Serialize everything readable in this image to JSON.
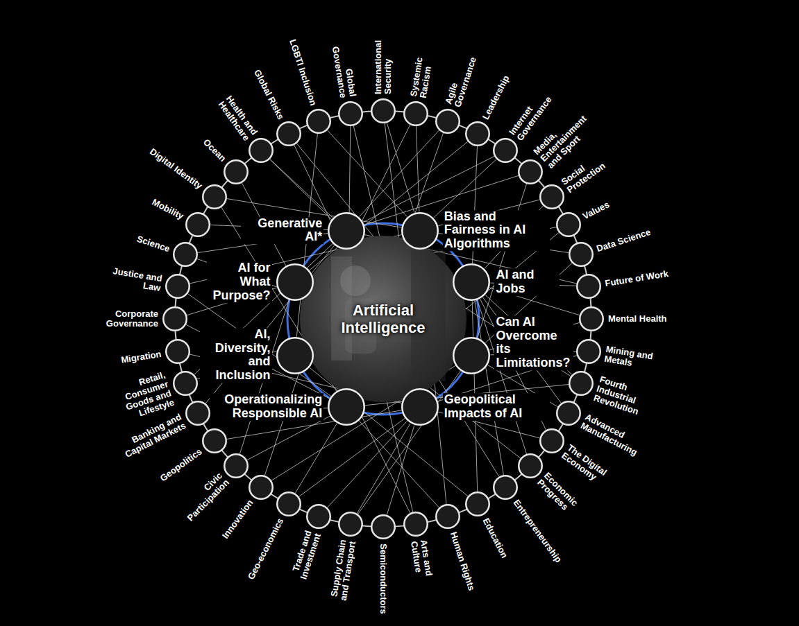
{
  "diagram": {
    "nodes": [
      {
        "text": [
          "Artificial Intelligence"
        ]
      },
      {
        "text": [
          "Generative AI*"
        ]
      },
      {
        "text": [
          "Bias and Fairness in AI Algorithms"
        ]
      },
      {
        "text": [
          "AI for What Purpose?"
        ]
      },
      {
        "text": [
          "AI and Jobs"
        ]
      },
      {
        "text": [
          "AI, Diversity, and Inclusion"
        ]
      },
      {
        "text": [
          "Can AI Overcome its Limitations?"
        ]
      },
      {
        "text": [
          "Operationalizing Responsible AI"
        ]
      },
      {
        "text": [
          "Geopolitical Impacts of AI"
        ]
      },
      {
        "text": [
          "International Security"
        ]
      },
      {
        "text": [
          "Systemic Racism"
        ]
      },
      {
        "text": [
          "Agile Governance"
        ]
      },
      {
        "text": [
          "Leadership"
        ]
      },
      {
        "text": [
          "Internet Governance"
        ]
      },
      {
        "text": [
          "Media, Entertainment and Sport"
        ]
      },
      {
        "text": [
          "Social Protection"
        ]
      },
      {
        "text": [
          "Values"
        ]
      },
      {
        "text": [
          "Data Science"
        ]
      },
      {
        "text": [
          "Future of Work"
        ]
      },
      {
        "text": [
          "Mental Health"
        ]
      },
      {
        "text": [
          "Mining and Metals"
        ]
      },
      {
        "text": [
          "Fourth Industrial Revolution"
        ]
      },
      {
        "text": [
          "Advanced Manufacturing"
        ]
      },
      {
        "text": [
          "The Digital Economy"
        ]
      },
      {
        "text": [
          "Economic Progress"
        ]
      },
      {
        "text": [
          "Entrepreneurship"
        ]
      },
      {
        "text": [
          "Education"
        ]
      },
      {
        "text": [
          "Human Rights"
        ]
      },
      {
        "text": [
          "Arts and Culture"
        ]
      },
      {
        "text": [
          "Semiconductors"
        ]
      },
      {
        "text": [
          "Supply Chain and Transport"
        ]
      },
      {
        "text": [
          "Trade and Investment"
        ]
      },
      {
        "text": [
          "Geo-economics"
        ]
      },
      {
        "text": [
          "Innovation"
        ]
      },
      {
        "text": [
          "Civic Participation"
        ]
      },
      {
        "text": [
          "Geopolitics"
        ]
      },
      {
        "text": [
          "Banking and Capital Markets"
        ]
      },
      {
        "text": [
          "Retail, Consumer Goods and Lifestyle"
        ]
      },
      {
        "text": [
          "Migration"
        ]
      },
      {
        "text": [
          "Corporate Governance"
        ]
      },
      {
        "text": [
          "Justice and Law"
        ]
      },
      {
        "text": [
          "Science"
        ]
      },
      {
        "text": [
          "Mobility"
        ]
      },
      {
        "text": [
          "Digital Identity"
        ]
      },
      {
        "text": [
          "Ocean"
        ]
      },
      {
        "text": [
          "Health and Healthcare"
        ]
      },
      {
        "text": [
          "Global Risks"
        ]
      },
      {
        "text": [
          "LGBTI Inclusion"
        ]
      },
      {
        "text": [
          "Global Governance"
        ]
      }
    ],
    "edges": [
      {
        "from": 8,
        "to": 9,
        "arrow": "none"
      },
      {
        "from": 2,
        "to": 9,
        "arrow": "none"
      },
      {
        "from": 2,
        "to": 10,
        "arrow": "none"
      },
      {
        "from": 5,
        "to": 10,
        "arrow": "none"
      },
      {
        "from": 7,
        "to": 11,
        "arrow": "none"
      },
      {
        "from": 1,
        "to": 11,
        "arrow": "none"
      },
      {
        "from": 4,
        "to": 12,
        "arrow": "none"
      },
      {
        "from": 3,
        "to": 12,
        "arrow": "none"
      },
      {
        "from": 1,
        "to": 13,
        "arrow": "none"
      },
      {
        "from": 2,
        "to": 13,
        "arrow": "none"
      },
      {
        "from": 1,
        "to": 14,
        "arrow": "none"
      },
      {
        "from": 6,
        "to": 14,
        "arrow": "none"
      },
      {
        "from": 4,
        "to": 15,
        "arrow": "none"
      },
      {
        "from": 2,
        "to": 15,
        "arrow": "none"
      },
      {
        "from": 3,
        "to": 16,
        "arrow": "none"
      },
      {
        "from": 7,
        "to": 16,
        "arrow": "none"
      },
      {
        "from": 2,
        "to": 17,
        "arrow": "none"
      },
      {
        "from": 6,
        "to": 17,
        "arrow": "none"
      },
      {
        "from": 4,
        "to": 18,
        "arrow": "none"
      },
      {
        "from": 1,
        "to": 18,
        "arrow": "none"
      },
      {
        "from": 6,
        "to": 19,
        "arrow": "none"
      },
      {
        "from": 4,
        "to": 19,
        "arrow": "none"
      },
      {
        "from": 8,
        "to": 20,
        "arrow": "none"
      },
      {
        "from": 6,
        "to": 20,
        "arrow": "none"
      },
      {
        "from": 1,
        "to": 21,
        "arrow": "none"
      },
      {
        "from": 4,
        "to": 21,
        "arrow": "none"
      },
      {
        "from": 7,
        "to": 21,
        "arrow": "none"
      },
      {
        "from": 4,
        "to": 22,
        "arrow": "none"
      },
      {
        "from": 6,
        "to": 22,
        "arrow": "none"
      },
      {
        "from": 4,
        "to": 23,
        "arrow": "none"
      },
      {
        "from": 8,
        "to": 23,
        "arrow": "none"
      },
      {
        "from": 4,
        "to": 24,
        "arrow": "none"
      },
      {
        "from": 3,
        "to": 24,
        "arrow": "none"
      },
      {
        "from": 1,
        "to": 25,
        "arrow": "none"
      },
      {
        "from": 4,
        "to": 25,
        "arrow": "none"
      },
      {
        "from": 4,
        "to": 26,
        "arrow": "none"
      },
      {
        "from": 5,
        "to": 26,
        "arrow": "none"
      },
      {
        "from": 2,
        "to": 27,
        "arrow": "none"
      },
      {
        "from": 7,
        "to": 27,
        "arrow": "none"
      },
      {
        "from": 1,
        "to": 28,
        "arrow": "none"
      },
      {
        "from": 3,
        "to": 28,
        "arrow": "none"
      },
      {
        "from": 8,
        "to": 29,
        "arrow": "none"
      },
      {
        "from": 8,
        "to": 30,
        "arrow": "none"
      },
      {
        "from": 6,
        "to": 30,
        "arrow": "none"
      },
      {
        "from": 8,
        "to": 31,
        "arrow": "none"
      },
      {
        "from": 8,
        "to": 32,
        "arrow": "none"
      },
      {
        "from": 7,
        "to": 32,
        "arrow": "none"
      },
      {
        "from": 1,
        "to": 33,
        "arrow": "none"
      },
      {
        "from": 6,
        "to": 33,
        "arrow": "none"
      },
      {
        "from": 3,
        "to": 34,
        "arrow": "none"
      },
      {
        "from": 7,
        "to": 34,
        "arrow": "none"
      },
      {
        "from": 8,
        "to": 35,
        "arrow": "none"
      },
      {
        "from": 7,
        "to": 36,
        "arrow": "none"
      },
      {
        "from": 1,
        "to": 36,
        "arrow": "none"
      },
      {
        "from": 1,
        "to": 37,
        "arrow": "none"
      },
      {
        "from": 4,
        "to": 37,
        "arrow": "none"
      },
      {
        "from": 8,
        "to": 38,
        "arrow": "none"
      },
      {
        "from": 7,
        "to": 39,
        "arrow": "none"
      },
      {
        "from": 3,
        "to": 39,
        "arrow": "none"
      },
      {
        "from": 2,
        "to": 40,
        "arrow": "none"
      },
      {
        "from": 7,
        "to": 40,
        "arrow": "none"
      },
      {
        "from": 6,
        "to": 41,
        "arrow": "none"
      },
      {
        "from": 1,
        "to": 41,
        "arrow": "none"
      },
      {
        "from": 1,
        "to": 42,
        "arrow": "none"
      },
      {
        "from": 2,
        "to": 43,
        "arrow": "none"
      },
      {
        "from": 7,
        "to": 43,
        "arrow": "none"
      },
      {
        "from": 3,
        "to": 44,
        "arrow": "none"
      },
      {
        "from": 1,
        "to": 45,
        "arrow": "none"
      },
      {
        "from": 6,
        "to": 45,
        "arrow": "none"
      },
      {
        "from": 8,
        "to": 46,
        "arrow": "none"
      },
      {
        "from": 6,
        "to": 46,
        "arrow": "none"
      },
      {
        "from": 5,
        "to": 47,
        "arrow": "none"
      },
      {
        "from": 2,
        "to": 47,
        "arrow": "none"
      },
      {
        "from": 8,
        "to": 48,
        "arrow": "none"
      },
      {
        "from": 7,
        "to": 48,
        "arrow": "none"
      }
    ]
  }
}
